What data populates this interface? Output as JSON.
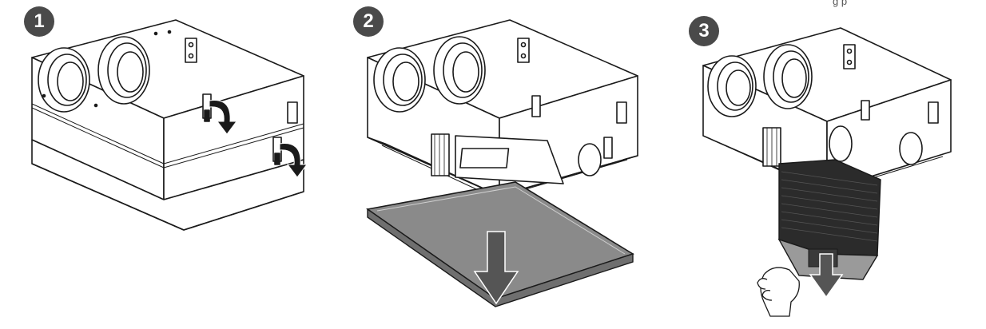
{
  "steps": [
    {
      "number": "1"
    },
    {
      "number": "2"
    },
    {
      "number": "3"
    }
  ],
  "top_fragment": "g p",
  "colors": {
    "line": "#1a1a1a",
    "badge": "#4a4a4a",
    "panel_gray": "#8a8a8a",
    "arrow_gray": "#555555",
    "filter_dark": "#2b2b2b"
  }
}
